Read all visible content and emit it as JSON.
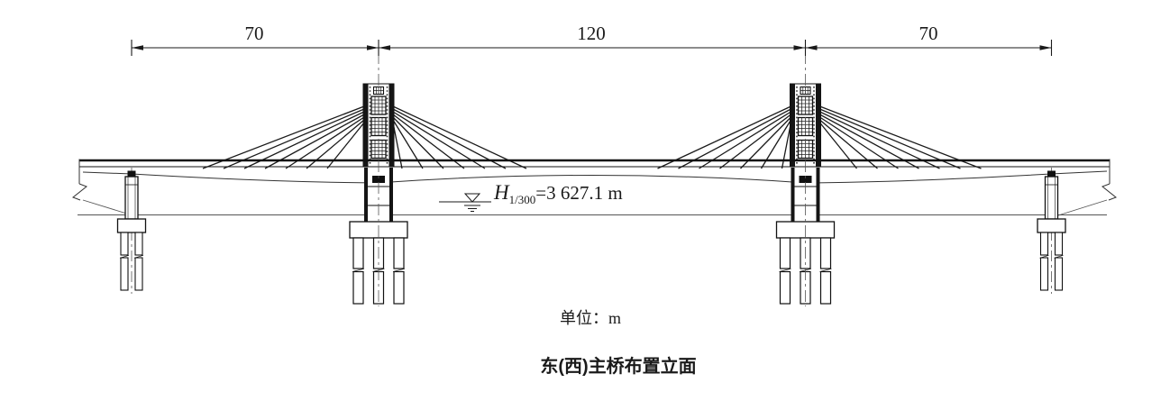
{
  "figure": {
    "caption": "东(西)主桥布置立面",
    "unit_label": "单位：m",
    "span_dimensions": [
      "70",
      "120",
      "70"
    ],
    "water_level": {
      "symbol_icon": "water-level-triangle",
      "variable": "H",
      "subscript": "1/300",
      "value": "=3 627.1 m"
    },
    "structure": {
      "type": "cable-stayed bridge elevation",
      "cables_per_fan": 7,
      "towers": 2,
      "side_piers": 2
    },
    "colors": {
      "line": "#1a1a1a",
      "background": "#ffffff"
    }
  }
}
